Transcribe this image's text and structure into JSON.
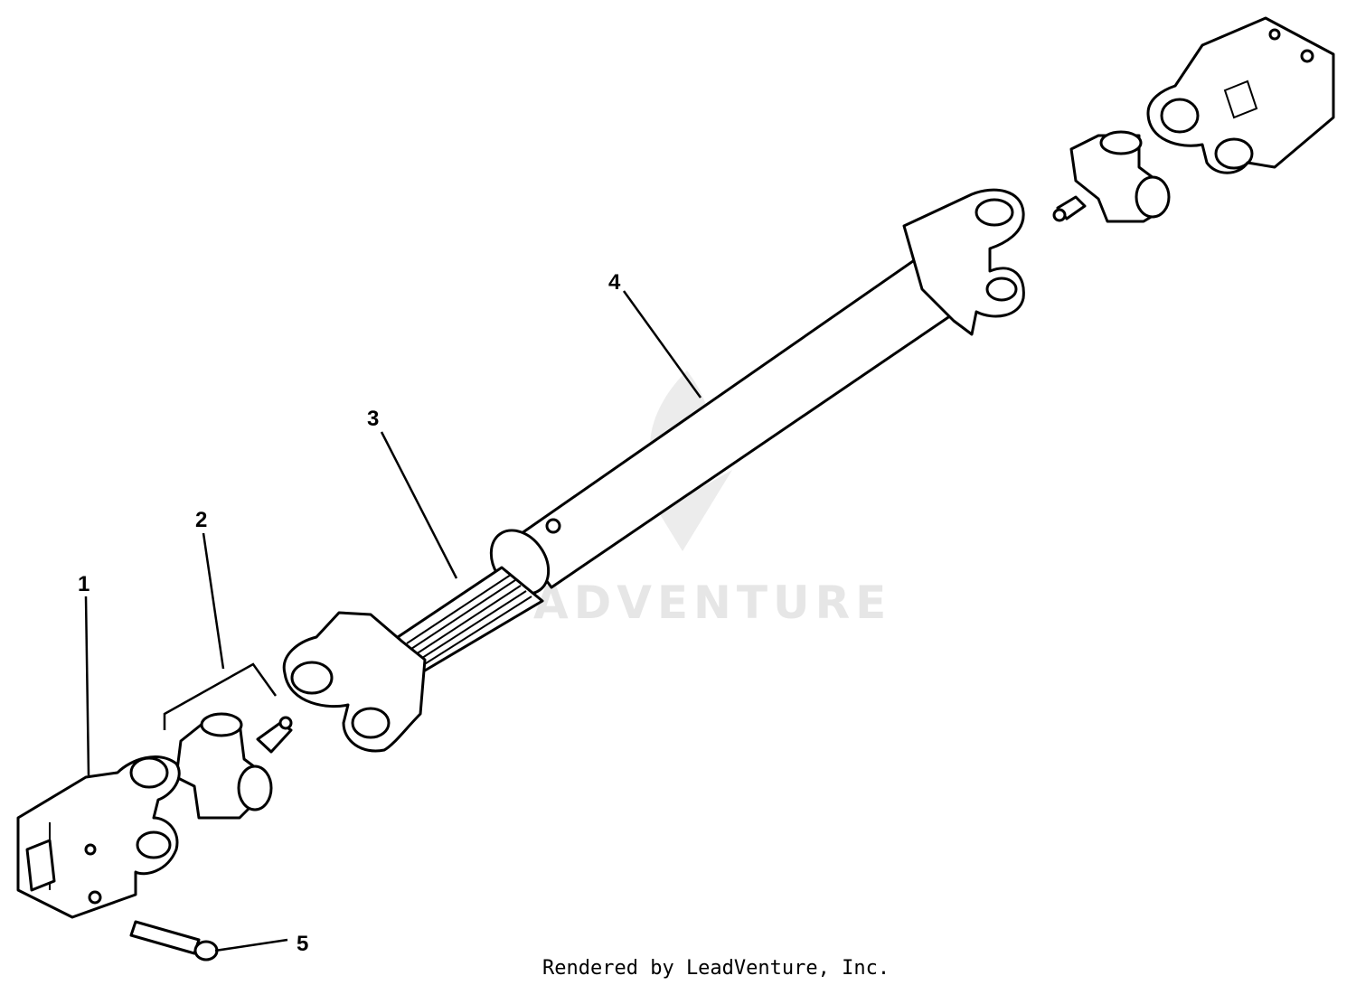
{
  "diagram": {
    "callouts": [
      {
        "id": "1",
        "label": "1"
      },
      {
        "id": "2",
        "label": "2"
      },
      {
        "id": "3",
        "label": "3"
      },
      {
        "id": "4",
        "label": "4"
      },
      {
        "id": "5",
        "label": "5"
      }
    ],
    "watermark": "ADVENTURE",
    "footer": "Rendered by LeadVenture, Inc."
  }
}
